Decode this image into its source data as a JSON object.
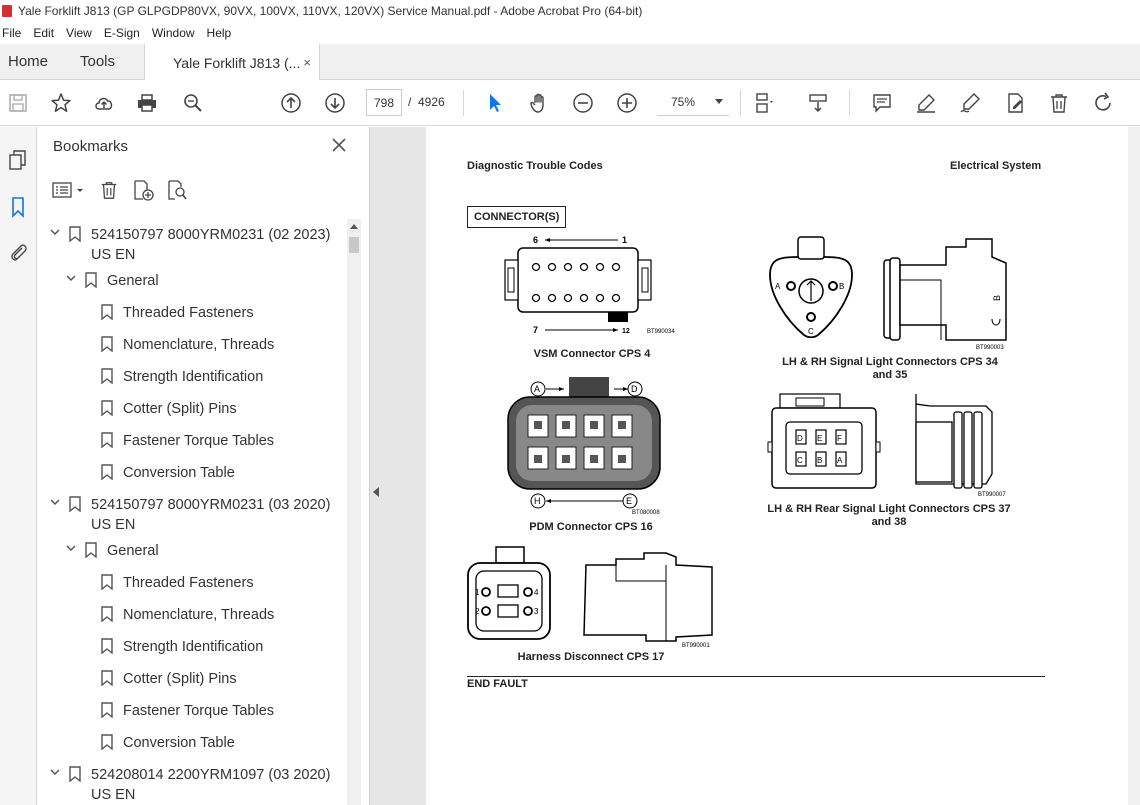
{
  "window": {
    "title": "Yale Forklift J813 (GP GLPGDP80VX, 90VX, 100VX, 110VX, 120VX) Service Manual.pdf - Adobe Acrobat Pro (64-bit)"
  },
  "menu": [
    "File",
    "Edit",
    "View",
    "E-Sign",
    "Window",
    "Help"
  ],
  "tabs": {
    "home": "Home",
    "tools": "Tools",
    "document": "Yale Forklift J813 (...",
    "close": "×"
  },
  "toolbar": {
    "current_page": "798",
    "page_separator": "/",
    "total_pages": "4926",
    "zoom": "75%"
  },
  "bookmarks": {
    "title": "Bookmarks",
    "items": [
      {
        "label": "524150797 8000YRM0231 (02 2023) US EN"
      },
      {
        "label": "General"
      },
      {
        "label": "Threaded Fasteners"
      },
      {
        "label": "Nomenclature, Threads"
      },
      {
        "label": "Strength Identification"
      },
      {
        "label": "Cotter (Split) Pins"
      },
      {
        "label": "Fastener Torque Tables"
      },
      {
        "label": "Conversion Table"
      },
      {
        "label": "524150797 8000YRM0231 (03 2020) US EN"
      },
      {
        "label": "General"
      },
      {
        "label": "Threaded Fasteners"
      },
      {
        "label": "Nomenclature, Threads"
      },
      {
        "label": "Strength Identification"
      },
      {
        "label": "Cotter (Split) Pins"
      },
      {
        "label": "Fastener Torque Tables"
      },
      {
        "label": "Conversion Table"
      },
      {
        "label": "524208014 2200YRM1097 (03 2020) US EN"
      }
    ]
  },
  "page": {
    "header_left": "Diagnostic Trouble Codes",
    "header_right": "Electrical System",
    "section_label": "CONNECTOR(S)",
    "figures": [
      {
        "caption": "VSM Connector CPS 4",
        "code": "BT990034",
        "labels": [
          "6",
          "1",
          "7",
          "12"
        ]
      },
      {
        "caption": "LH & RH Signal Light Connectors CPS 34 and 35",
        "code": "BT990003",
        "labels": [
          "A",
          "B",
          "C",
          "B"
        ]
      },
      {
        "caption": "PDM Connector CPS 16",
        "code": "BT080008",
        "labels": [
          "A",
          "D",
          "H",
          "E"
        ]
      },
      {
        "caption": "LH & RH Rear Signal Light Connectors CPS 37 and 38",
        "code": "BT990007",
        "labels": [
          "D",
          "E",
          "F",
          "C",
          "B",
          "A"
        ]
      },
      {
        "caption": "Harness Disconnect CPS 17",
        "code": "BT990001",
        "labels": [
          "1",
          "4",
          "2",
          "3"
        ]
      }
    ],
    "end_text": "END FAULT"
  }
}
